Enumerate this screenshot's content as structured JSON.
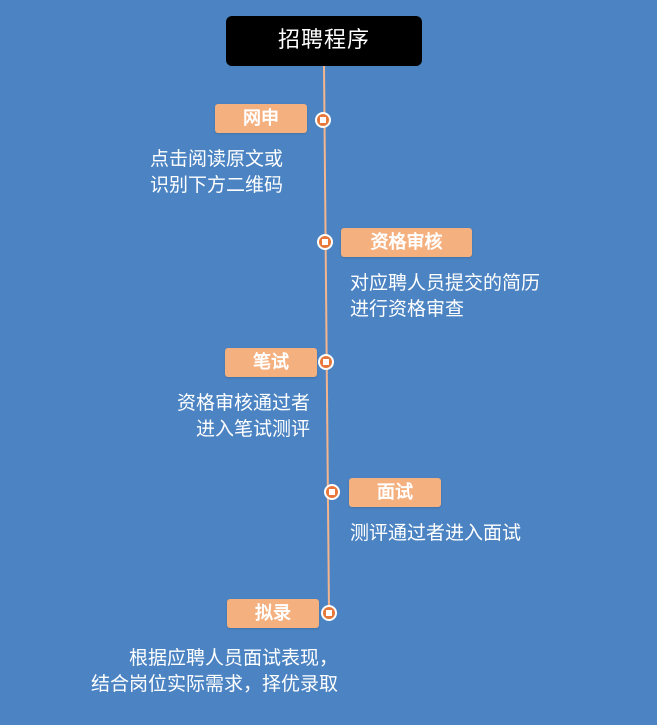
{
  "title": "招聘程序",
  "colors": {
    "background": "#4c84c3",
    "title_bg": "#000000",
    "tag_bg": "#f5b07f",
    "line": "#f2b58e",
    "node_fill": "#e8783a"
  },
  "steps": [
    {
      "label": "网申",
      "desc": [
        "点击阅读原文或",
        "识别下方二维码"
      ]
    },
    {
      "label": "资格审核",
      "desc": [
        "对应聘人员提交的简历",
        "进行资格审查"
      ]
    },
    {
      "label": "笔试",
      "desc": [
        "资格审核通过者",
        "进入笔试测评"
      ]
    },
    {
      "label": "面试",
      "desc": [
        "测评通过者进入面试"
      ]
    },
    {
      "label": "拟录",
      "desc": [
        "根据应聘人员面试表现，",
        "结合岗位实际需求，择优录取"
      ]
    }
  ]
}
